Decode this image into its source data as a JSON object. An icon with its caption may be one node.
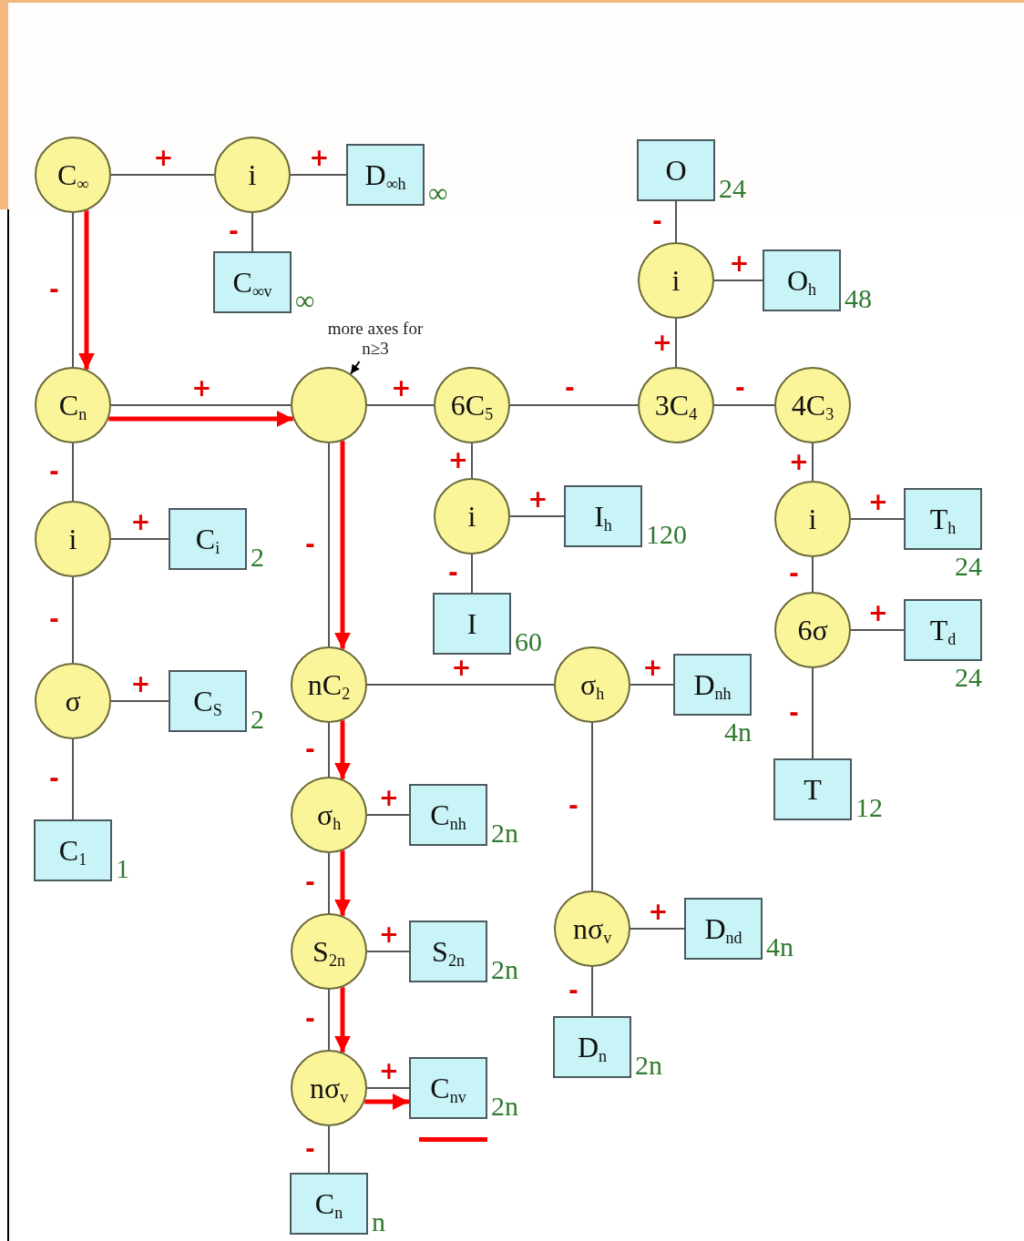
{
  "diagram": {
    "nodes": [
      {
        "text": [
          "C$_{∞}$"
        ]
      },
      {
        "text": [
          "i"
        ]
      },
      {
        "text": [
          "D$_{∞h}$"
        ],
        "beside": [
          "∞"
        ]
      },
      {
        "text": [
          "C$_{∞v}$"
        ],
        "beside": [
          "∞"
        ]
      },
      {
        "text": [
          "C$_{n}$"
        ]
      },
      {
        "text": [],
        "shape": "circle"
      },
      {
        "text": [
          "more axes for n≥3"
        ]
      },
      {
        "text": [
          "6C$_{5}$"
        ]
      },
      {
        "text": [
          "3C$_{4}$"
        ]
      },
      {
        "text": [
          "4C$_{3}$"
        ]
      },
      {
        "text": [
          "i"
        ]
      },
      {
        "text": [
          "O"
        ],
        "beside": [
          "24"
        ]
      },
      {
        "text": [
          "O$_{h}$"
        ],
        "beside": [
          "48"
        ]
      },
      {
        "text": [
          "i"
        ]
      },
      {
        "text": [
          "I$_{h}$"
        ],
        "beside": [
          "120"
        ]
      },
      {
        "text": [
          "I"
        ],
        "beside": [
          "60"
        ]
      },
      {
        "text": [
          "i"
        ]
      },
      {
        "text": [
          "T$_{h}$"
        ],
        "beside": [
          "24"
        ]
      },
      {
        "text": [
          "6σ"
        ]
      },
      {
        "text": [
          "T$_{d}$"
        ],
        "beside": [
          "24"
        ]
      },
      {
        "text": [
          "T"
        ],
        "beside": [
          "12"
        ]
      },
      {
        "text": [
          "i"
        ]
      },
      {
        "text": [
          "C$_{i}$"
        ],
        "beside": [
          "2"
        ]
      },
      {
        "text": [
          "σ"
        ]
      },
      {
        "text": [
          "C$_{S}$"
        ],
        "beside": [
          "2"
        ]
      },
      {
        "text": [
          "C$_{1}$"
        ],
        "beside": [
          "1"
        ]
      },
      {
        "text": [
          "nC$_{2}$"
        ]
      },
      {
        "text": [
          "σ$_{h}$"
        ]
      },
      {
        "text": [
          "D$_{nh}$"
        ],
        "beside": [
          "4n"
        ]
      },
      {
        "text": [
          "σ$_{h}$"
        ]
      },
      {
        "text": [
          "C$_{nh}$"
        ],
        "beside": [
          "2n"
        ]
      },
      {
        "text": [
          "nσ$_{v}$"
        ]
      },
      {
        "text": [
          "D$_{nd}$"
        ],
        "beside": [
          "4n"
        ]
      },
      {
        "text": [
          "D$_{n}$"
        ],
        "beside": [
          "2n"
        ]
      },
      {
        "text": [
          "S$_{2n}$"
        ]
      },
      {
        "text": [
          "S$_{2n}$"
        ],
        "beside": [
          "2n"
        ]
      },
      {
        "text": [
          "nσ$_{v}$"
        ]
      },
      {
        "text": [
          "C$_{nv}$"
        ],
        "beside": [
          "2n"
        ]
      },
      {
        "text": [
          "C$_{n}$"
        ],
        "beside": [
          "n"
        ]
      }
    ],
    "edges": [
      {
        "from": 0,
        "to": 1,
        "arrow": "none",
        "label": "+"
      },
      {
        "from": 1,
        "to": 2,
        "arrow": "none",
        "label": "+"
      },
      {
        "from": 1,
        "to": 3,
        "arrow": "none",
        "label": "-"
      },
      {
        "from": 0,
        "to": 4,
        "arrow": "none",
        "label": "-"
      },
      {
        "from": 4,
        "to": 5,
        "arrow": "none",
        "label": "+"
      },
      {
        "from": 5,
        "to": 7,
        "arrow": "none",
        "label": "+"
      },
      {
        "from": 7,
        "to": 8,
        "arrow": "none",
        "label": "-"
      },
      {
        "from": 8,
        "to": 9,
        "arrow": "none",
        "label": "-"
      },
      {
        "from": 8,
        "to": 10,
        "arrow": "none",
        "label": "+"
      },
      {
        "from": 10,
        "to": 11,
        "arrow": "none",
        "label": "-"
      },
      {
        "from": 10,
        "to": 12,
        "arrow": "none",
        "label": "+"
      },
      {
        "from": 7,
        "to": 13,
        "arrow": "none",
        "label": "+"
      },
      {
        "from": 13,
        "to": 14,
        "arrow": "none",
        "label": "+"
      },
      {
        "from": 13,
        "to": 15,
        "arrow": "none",
        "label": "-"
      },
      {
        "from": 9,
        "to": 16,
        "arrow": "none",
        "label": "+"
      },
      {
        "from": 16,
        "to": 17,
        "arrow": "none",
        "label": "+"
      },
      {
        "from": 16,
        "to": 18,
        "arrow": "none",
        "label": "-"
      },
      {
        "from": 18,
        "to": 19,
        "arrow": "none",
        "label": "+"
      },
      {
        "from": 18,
        "to": 20,
        "arrow": "none",
        "label": "-"
      },
      {
        "from": 4,
        "to": 21,
        "arrow": "none",
        "label": "-"
      },
      {
        "from": 21,
        "to": 22,
        "arrow": "none",
        "label": "+"
      },
      {
        "from": 21,
        "to": 23,
        "arrow": "none",
        "label": "-"
      },
      {
        "from": 23,
        "to": 24,
        "arrow": "none",
        "label": "+"
      },
      {
        "from": 23,
        "to": 25,
        "arrow": "none",
        "label": "-"
      },
      {
        "from": 5,
        "to": 26,
        "arrow": "none",
        "label": "-"
      },
      {
        "from": 26,
        "to": 27,
        "arrow": "none",
        "label": "+"
      },
      {
        "from": 27,
        "to": 28,
        "arrow": "none",
        "label": "+"
      },
      {
        "from": 27,
        "to": 31,
        "arrow": "none",
        "label": "-"
      },
      {
        "from": 31,
        "to": 32,
        "arrow": "none",
        "label": "+"
      },
      {
        "from": 31,
        "to": 33,
        "arrow": "none",
        "label": "-"
      },
      {
        "from": 26,
        "to": 29,
        "arrow": "none",
        "label": "-"
      },
      {
        "from": 29,
        "to": 30,
        "arrow": "none",
        "label": "+"
      },
      {
        "from": 29,
        "to": 34,
        "arrow": "none",
        "label": "-"
      },
      {
        "from": 34,
        "to": 35,
        "arrow": "none",
        "label": "+"
      },
      {
        "from": 34,
        "to": 36,
        "arrow": "none",
        "label": "-"
      },
      {
        "from": 36,
        "to": 37,
        "arrow": "none",
        "label": "+"
      },
      {
        "from": 36,
        "to": 38,
        "arrow": "none",
        "label": "-"
      },
      {
        "from": 6,
        "to": 5,
        "arrow": "to",
        "color": "#000000"
      },
      {
        "from": 0,
        "to": 4,
        "arrow": "to",
        "style": "thick",
        "color": "#ff0000"
      },
      {
        "from": 4,
        "to": 5,
        "arrow": "to",
        "style": "thick",
        "color": "#ff0000"
      },
      {
        "from": 5,
        "to": 26,
        "arrow": "to",
        "style": "thick",
        "color": "#ff0000"
      },
      {
        "from": 26,
        "to": 29,
        "arrow": "to",
        "style": "thick",
        "color": "#ff0000"
      },
      {
        "from": 29,
        "to": 34,
        "arrow": "to",
        "style": "thick",
        "color": "#ff0000"
      },
      {
        "from": 34,
        "to": 36,
        "arrow": "to",
        "style": "thick",
        "color": "#ff0000"
      },
      {
        "from": 36,
        "to": 37,
        "arrow": "to",
        "style": "thick",
        "color": "#ff0000"
      }
    ]
  }
}
